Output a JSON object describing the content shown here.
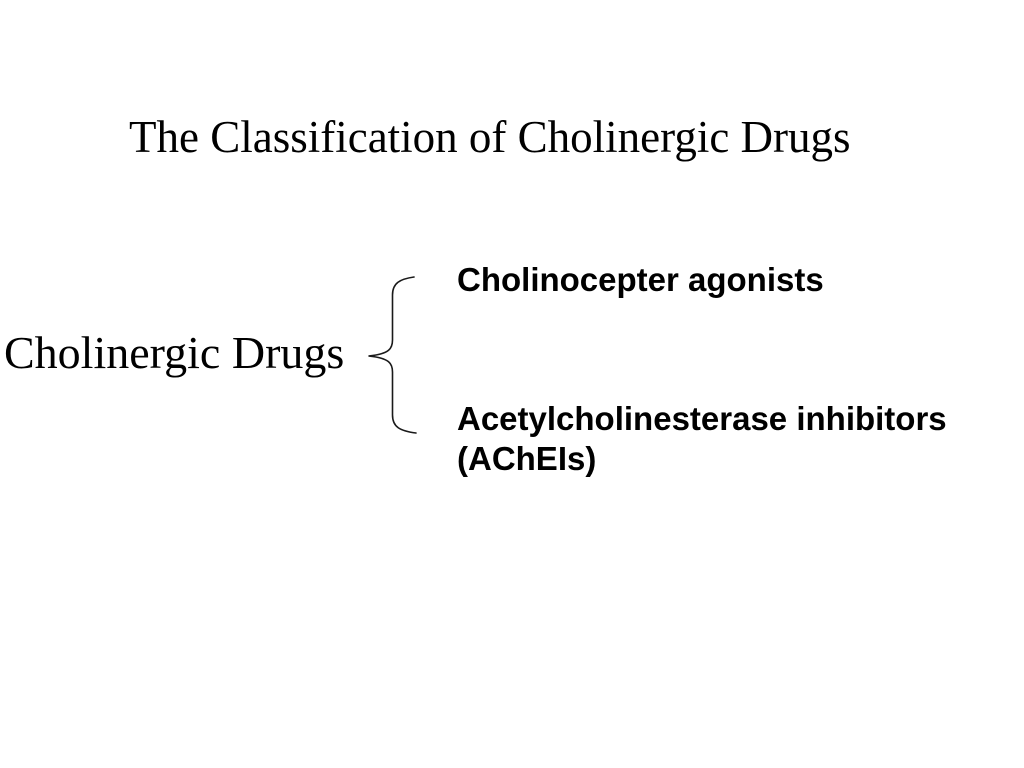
{
  "slide": {
    "title": "The Classification of Cholinergic Drugs",
    "root_label": "Cholinergic Drugs",
    "branches": [
      {
        "lines": [
          "Cholinocepter agonists"
        ]
      },
      {
        "lines": [
          "Acetylcholinesterase inhibitors",
          "(AChEIs)"
        ]
      }
    ],
    "colors": {
      "background": "#ffffff",
      "text": "#000000",
      "brace": "#1a1a1a"
    }
  }
}
